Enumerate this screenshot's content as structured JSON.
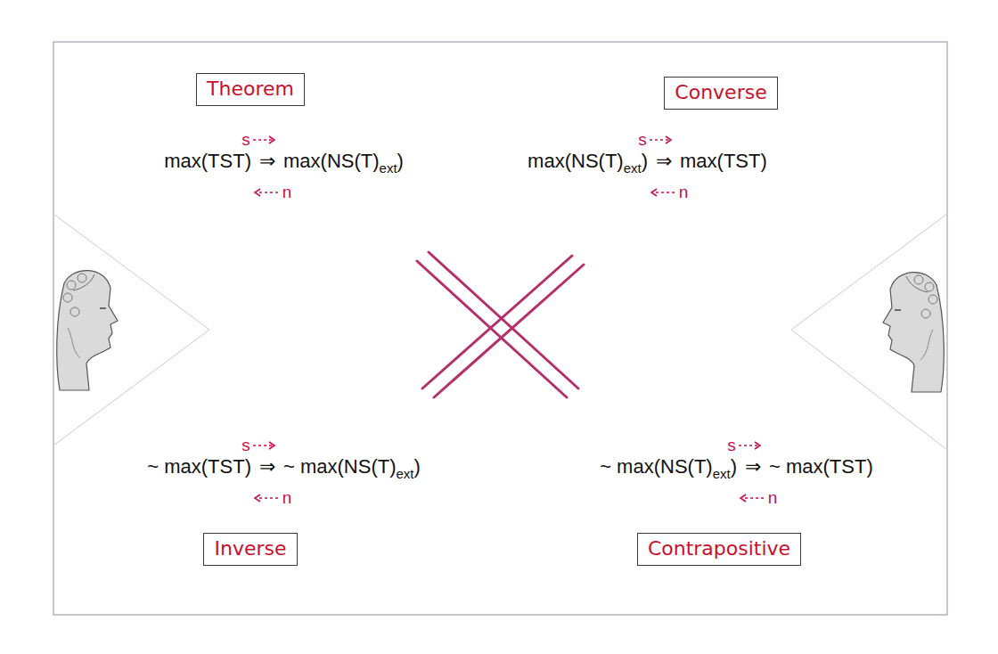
{
  "diagram": {
    "nodes": [
      {
        "text": [
          "max(TST)",
          "⇒",
          "max(NS(T)",
          "ext",
          ")",
          "s",
          "n"
        ]
      },
      {
        "text": [
          "Theorem"
        ],
        "in": 0
      },
      {
        "text": [
          "max(NS(T)",
          "ext",
          ")",
          "⇒",
          "max(TST)",
          "s",
          "n"
        ]
      },
      {
        "text": [
          "Converse"
        ],
        "in": 2
      },
      {
        "text": [
          "~ max(TST)",
          "⇒",
          "~ max(NS(T)",
          "ext",
          ")",
          "s",
          "n"
        ]
      },
      {
        "text": [
          "Inverse"
        ],
        "in": 4
      },
      {
        "text": [
          "~ max(NS(T)",
          "ext",
          ")",
          "⇒",
          "~ max(TST)",
          "s",
          "n"
        ]
      },
      {
        "text": [
          "Contrapositive"
        ],
        "in": 6
      }
    ]
  }
}
